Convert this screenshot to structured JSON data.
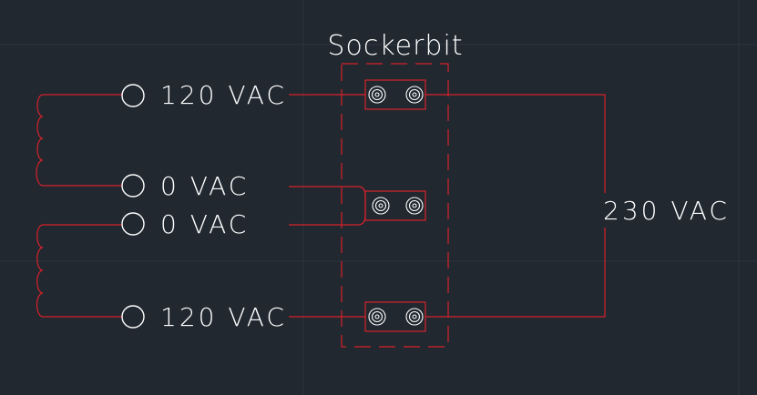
{
  "title": "Sockerbit",
  "terminals": [
    {
      "label": "120 VAC"
    },
    {
      "label": "0 VAC"
    },
    {
      "label": "0 VAC"
    },
    {
      "label": "120 VAC"
    }
  ],
  "output_label": "230 VAC",
  "colors": {
    "background": "#212830",
    "grid": "#2d3540",
    "wire": "#d8212a",
    "symbol": "#ffffff"
  }
}
